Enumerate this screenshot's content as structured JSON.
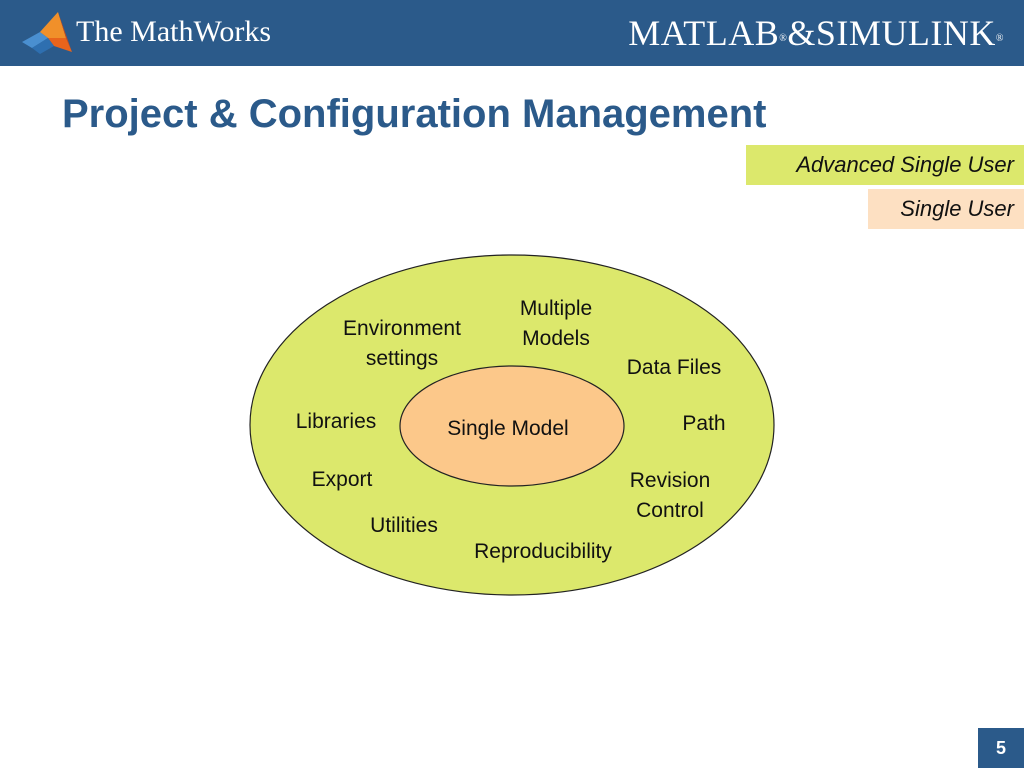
{
  "header": {
    "company": "The MathWorks",
    "product_main": "MATLAB",
    "product_amp": "&",
    "product_second": "SIMULINK",
    "registered": "®",
    "background_color": "#2b5a8a"
  },
  "slide": {
    "title": "Project & Configuration Management",
    "number": "5"
  },
  "legend": {
    "advanced_label": "Advanced Single User",
    "advanced_color": "#dce86c",
    "single_label": "Single User",
    "single_color": "#fde0c2"
  },
  "diagram": {
    "outer_color": "#dce86c",
    "inner_color": "#fcc88a",
    "center_label": "Single Model",
    "items": [
      {
        "id": "environment-settings",
        "lines": [
          "Environment",
          "settings"
        ]
      },
      {
        "id": "multiple-models",
        "lines": [
          "Multiple",
          "Models"
        ]
      },
      {
        "id": "data-files",
        "lines": [
          "Data Files"
        ]
      },
      {
        "id": "libraries",
        "lines": [
          "Libraries"
        ]
      },
      {
        "id": "path",
        "lines": [
          "Path"
        ]
      },
      {
        "id": "export",
        "lines": [
          "Export"
        ]
      },
      {
        "id": "revision-control",
        "lines": [
          "Revision",
          "Control"
        ]
      },
      {
        "id": "utilities",
        "lines": [
          "Utilities"
        ]
      },
      {
        "id": "reproducibility",
        "lines": [
          "Reproducibility"
        ]
      }
    ]
  }
}
